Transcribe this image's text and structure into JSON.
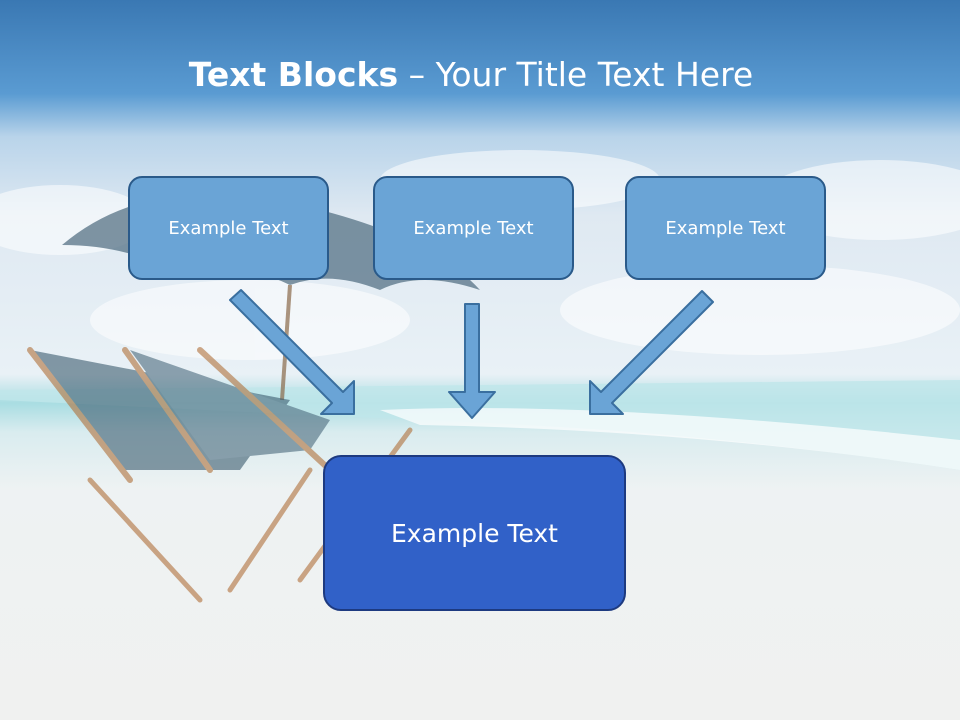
{
  "slide": {
    "title_bold": "Text Blocks",
    "title_dash": " – ",
    "title_rest": "Your Title Text Here"
  },
  "blocks": [
    {
      "label": "Example Text"
    },
    {
      "label": "Example Text"
    },
    {
      "label": "Example Text"
    }
  ],
  "main_block": {
    "label": "Example Text"
  },
  "colors": {
    "top_band": "#2f74b5",
    "small_box_fill": "#6aa4d6",
    "small_box_border": "#2a5a8a",
    "main_box_fill": "#3161c8",
    "main_box_border": "#1d3a80",
    "arrow_fill": "#6aa4d6",
    "arrow_stroke": "#3a6f9f"
  }
}
